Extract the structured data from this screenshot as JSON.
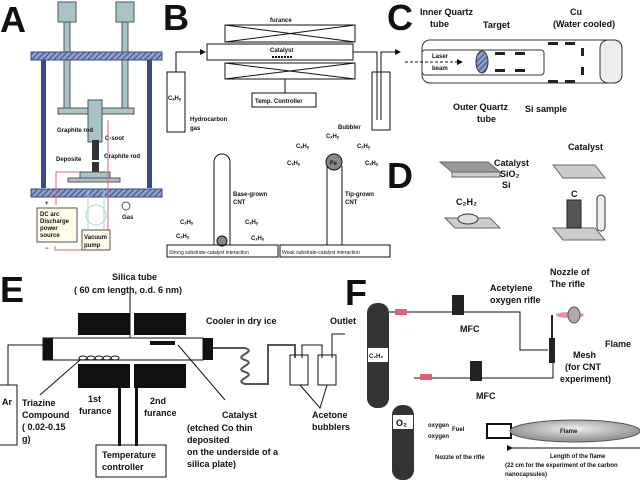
{
  "panels": {
    "a": {
      "label": "A",
      "graphite_rod_top": "Graphite rod",
      "c_soot": "C-soot",
      "deposite": "Deposite",
      "graphite_rod_bottom": "Graphite rod",
      "gas": "Gas",
      "dc_source": [
        "DC arc",
        "Discharge",
        "power",
        "source"
      ],
      "vacuum_pump": [
        "Vacuum",
        "pump"
      ],
      "plus": "+",
      "minus": "−"
    },
    "b": {
      "label": "B",
      "furnace": "furance",
      "catalyst": "Catalyst",
      "temp_controller": "Temp. Controller",
      "gas_cylinder": "CₓHᵧ",
      "hydrocarbon_gas": [
        "Hydrocarbon",
        "gas"
      ],
      "bubbler": "Bubbler",
      "hydrocarbon": "CₓHᵧ",
      "fe": "Fe",
      "base_grown": [
        "Base-grown",
        "CNT"
      ],
      "tip_grown": [
        "Tip-grown",
        "CNT"
      ],
      "strong_interaction": "Strong substrate-catalyst  interaction",
      "weak_interaction": "Weak substrate-catalyst  interaction"
    },
    "c": {
      "label": "C",
      "inner_tube": [
        "Inner Quartz",
        "tube"
      ],
      "target": "Target",
      "cu": [
        "Cu",
        "(Water cooled)"
      ],
      "laser_beam": [
        "Laser",
        "beam"
      ],
      "outer_tube": [
        "Outer Quartz",
        "tube"
      ],
      "si_sample": "Si sample"
    },
    "d": {
      "label": "D",
      "catalyst": "Catalyst",
      "sio2": "SiO₂",
      "si": "Si",
      "c2h2": "C₂H₂",
      "catalyst_right": "Catalyst",
      "c": "C"
    },
    "e": {
      "label": "E",
      "silica_tube": [
        "Silica tube",
        "( 60 cm length, o.d. 6 nm)"
      ],
      "cooler": "Cooler in dry ice",
      "outlet": "Outlet",
      "ar": "Ar",
      "triazine": [
        "Triazine",
        "Compound",
        "( 0.02-0.15",
        "g)"
      ],
      "furnace1": [
        "1st",
        "furance"
      ],
      "furnace2": [
        "2nd",
        "furance"
      ],
      "catalyst": [
        "Catalyst",
        "(etched Co thin",
        "deposited",
        "on the underside of a",
        "silica plate)"
      ],
      "acetone": [
        "Acetone",
        "bubblers"
      ],
      "temp_controller": [
        "Temperature",
        "controller"
      ]
    },
    "f": {
      "label": "F",
      "c2h2": "C₂H₂",
      "o2": "O₂",
      "mfc_top": "MFC",
      "mfc_bottom": "MFC",
      "rifle": [
        "Acetylene",
        "oxygen rifle"
      ],
      "nozzle": [
        "Nozzle of",
        "The rifle"
      ],
      "flame": "Flame",
      "mesh": [
        "Mesh",
        "(for CNT",
        "experiment)"
      ],
      "oxygen_top": "oxygen",
      "fuel": "Fuel",
      "oxygen_bottom": "oxygen",
      "flame_inner": "Flame",
      "nozzle_bottom": "Nozzle of the rifle",
      "length": [
        "Length of the flame",
        "(22  cm for the experiment  of the carbon",
        "nanocapsules)"
      ]
    }
  },
  "colors": {
    "frame": "#3a4a8a",
    "metal": "#a9c4c8",
    "wire": "#e0607a",
    "dark": "#111111",
    "gray": "#9a9a9a",
    "cylinder": "#333333"
  }
}
